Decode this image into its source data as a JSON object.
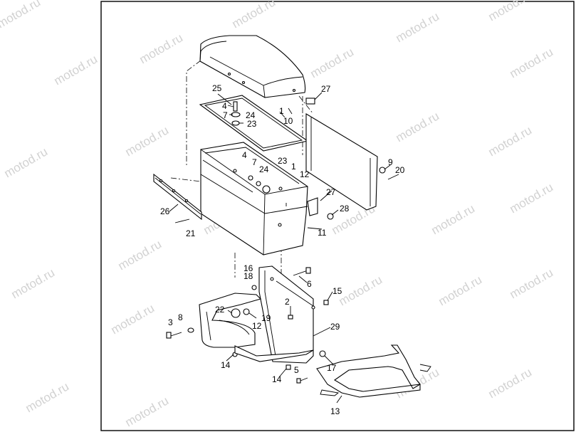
{
  "watermark": "motod.ru",
  "callouts": {
    "c1a": "1",
    "c1b": "1",
    "c2": "2",
    "c3": "3",
    "c4a": "4",
    "c4b": "4",
    "c5": "5",
    "c6": "6",
    "c7a": "7",
    "c7b": "7",
    "c8": "8",
    "c9": "9",
    "c10": "10",
    "c11": "11",
    "c12a": "12",
    "c12b": "12",
    "c13": "13",
    "c14a": "14",
    "c14b": "14",
    "c15": "15",
    "c16": "16",
    "c17": "17",
    "c18": "18",
    "c19": "19",
    "c20": "20",
    "c21": "21",
    "c22": "22",
    "c23a": "23",
    "c23b": "23",
    "c24a": "24",
    "c24b": "24",
    "c25": "25",
    "c26": "26",
    "c27a": "27",
    "c27b": "27",
    "c28": "28",
    "c29": "29"
  }
}
